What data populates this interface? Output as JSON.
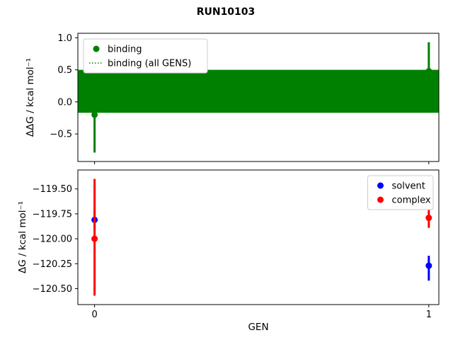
{
  "title": "RUN10103",
  "chart_data": [
    {
      "type": "errorbar",
      "name": "ddg",
      "ylabel": "ΔΔG / kcal mol⁻¹",
      "xlim": [
        -0.05,
        1.03
      ],
      "ylim": [
        -0.93,
        1.07
      ],
      "ytick_values": [
        1.0,
        0.5,
        0.0,
        -0.5
      ],
      "ytick_labels": [
        "1.0",
        "0.5",
        "0.0",
        "−0.5"
      ],
      "xtick_values": [
        0,
        1
      ],
      "xtick_labels": null,
      "band": {
        "label": "binding (all GENS)",
        "low": -0.17,
        "high": 0.5,
        "mean": 0.165,
        "color": "#008000"
      },
      "series": [
        {
          "name": "binding",
          "color": "#008000",
          "x": [
            0,
            1
          ],
          "y": [
            -0.2,
            0.48
          ],
          "err_low": [
            -0.79,
            0.03
          ],
          "err_high": [
            0.4,
            0.93
          ]
        }
      ],
      "legend": {
        "position": "upper-left",
        "entries": [
          {
            "label": "binding",
            "type": "dot",
            "color": "#008000"
          },
          {
            "label": "binding (all GENS)",
            "type": "dotted-line",
            "color": "#008000"
          }
        ]
      }
    },
    {
      "type": "errorbar",
      "name": "dg",
      "xlabel": "GEN",
      "ylabel": "ΔG / kcal mol⁻¹",
      "xlim": [
        -0.05,
        1.03
      ],
      "ylim": [
        -120.66,
        -119.31
      ],
      "ytick_values": [
        -119.5,
        -119.75,
        -120.0,
        -120.25,
        -120.5
      ],
      "ytick_labels": [
        "−119.50",
        "−119.75",
        "−120.00",
        "−120.25",
        "−120.50"
      ],
      "xtick_values": [
        0,
        1
      ],
      "xtick_labels": [
        "0",
        "1"
      ],
      "band": null,
      "series": [
        {
          "name": "solvent",
          "color": "#0000ff",
          "x": [
            0,
            1
          ],
          "y": [
            -119.81,
            -120.27
          ],
          "err_low": [
            -119.9,
            -120.42
          ],
          "err_high": [
            -119.72,
            -120.17
          ]
        },
        {
          "name": "complex",
          "color": "#ff0000",
          "x": [
            0,
            1
          ],
          "y": [
            -120.0,
            -119.79
          ],
          "err_low": [
            -120.57,
            -119.89
          ],
          "err_high": [
            -119.4,
            -119.67
          ]
        }
      ],
      "legend": {
        "position": "upper-right",
        "entries": [
          {
            "label": "solvent",
            "type": "dot",
            "color": "#0000ff"
          },
          {
            "label": "complex",
            "type": "dot",
            "color": "#ff0000"
          }
        ]
      }
    }
  ]
}
